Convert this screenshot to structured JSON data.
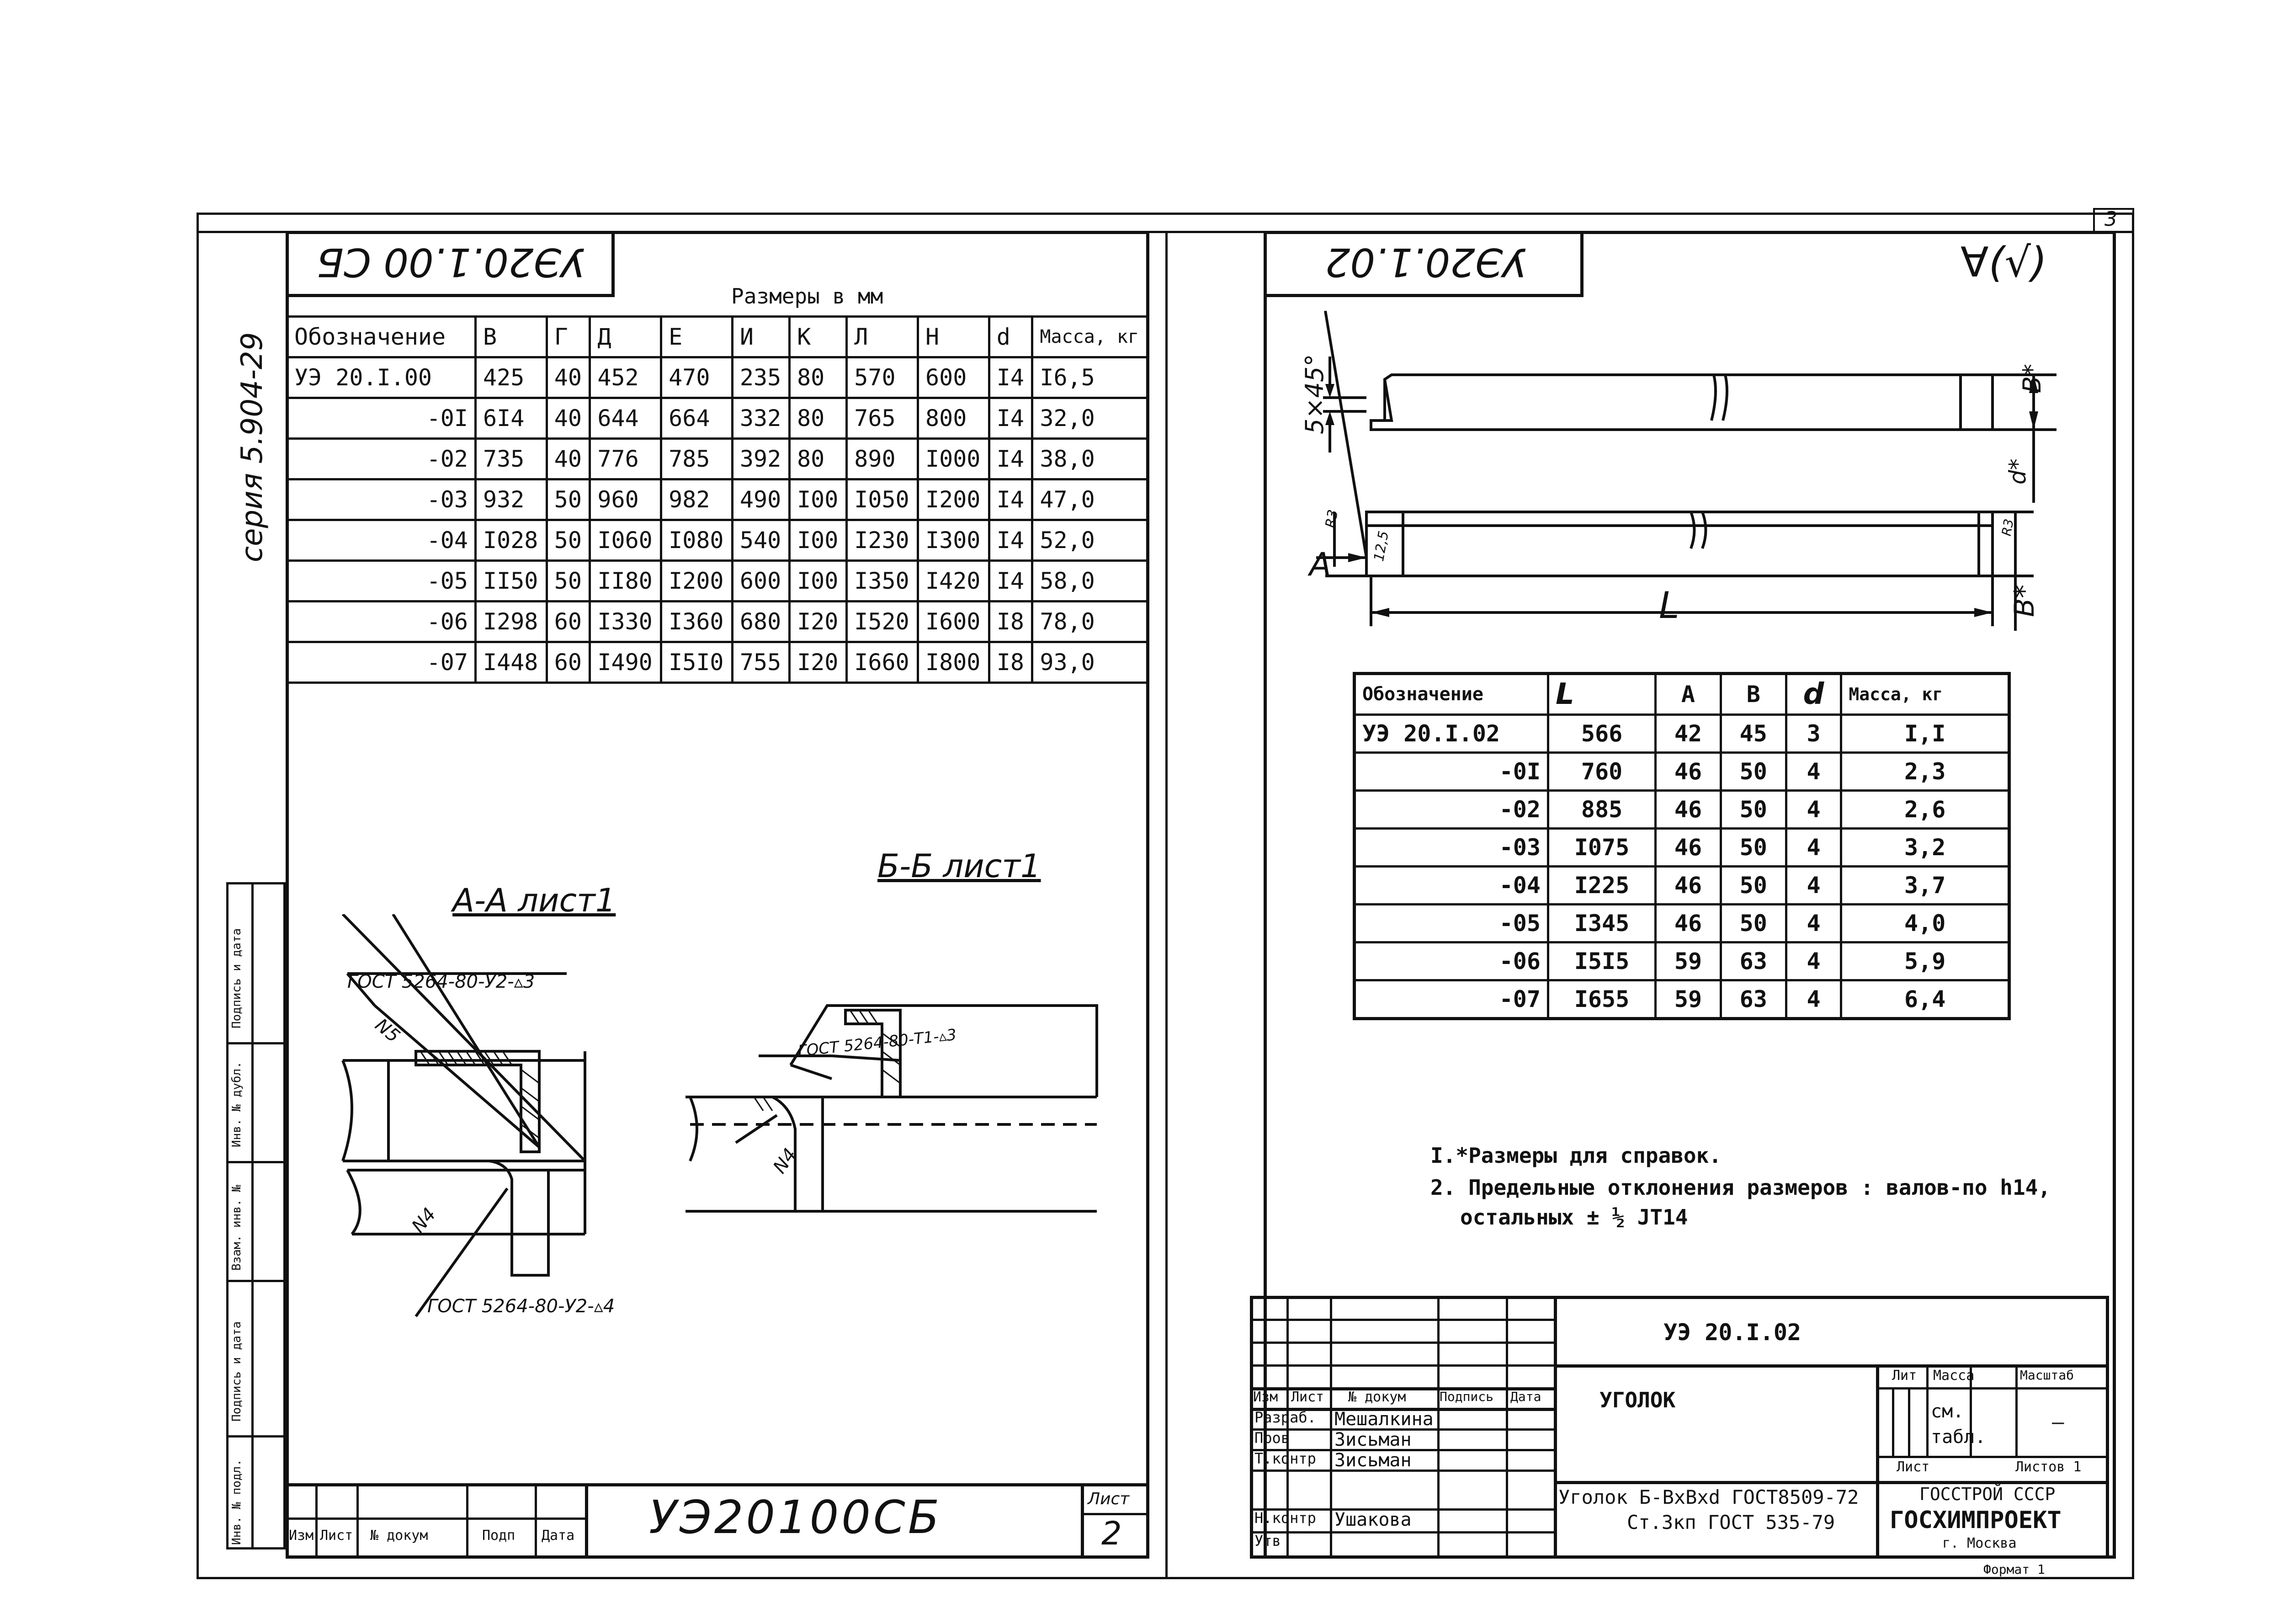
{
  "page_number_corner": "3",
  "left_sheet": {
    "stamp_code": "УЭ20.1.00 СБ",
    "series": "серия 5.904-29",
    "size_caption": "Размеры в мм",
    "table": {
      "headers": [
        "Обозначение",
        "В",
        "Г",
        "Д",
        "Е",
        "И",
        "К",
        "Л",
        "Н",
        "d",
        "Масса, кг"
      ],
      "rows": [
        [
          "УЭ 20.I.00",
          "425",
          "40",
          "452",
          "470",
          "235",
          "80",
          "570",
          "600",
          "I4",
          "I6,5"
        ],
        [
          "-0I",
          "6I4",
          "40",
          "644",
          "664",
          "332",
          "80",
          "765",
          "800",
          "I4",
          "32,0"
        ],
        [
          "-02",
          "735",
          "40",
          "776",
          "785",
          "392",
          "80",
          "890",
          "I000",
          "I4",
          "38,0"
        ],
        [
          "-03",
          "932",
          "50",
          "960",
          "982",
          "490",
          "I00",
          "I050",
          "I200",
          "I4",
          "47,0"
        ],
        [
          "-04",
          "I028",
          "50",
          "I060",
          "I080",
          "540",
          "I00",
          "I230",
          "I300",
          "I4",
          "52,0"
        ],
        [
          "-05",
          "II50",
          "50",
          "II80",
          "I200",
          "600",
          "I00",
          "I350",
          "I420",
          "I4",
          "58,0"
        ],
        [
          "-06",
          "I298",
          "60",
          "I330",
          "I360",
          "680",
          "I20",
          "I520",
          "I600",
          "I8",
          "78,0"
        ],
        [
          "-07",
          "I448",
          "60",
          "I490",
          "I5I0",
          "755",
          "I20",
          "I660",
          "I800",
          "I8",
          "93,0"
        ]
      ]
    },
    "section_aa": "А-А лист1",
    "section_bb": "Б-Б лист1",
    "weld_1": "ГОСТ 5264-80-У2-▵3",
    "weld_2": "ГОСТ 5264-80-Т1-▵3",
    "weld_3": "ГОСТ 5264-80-У2-▵4",
    "weld_n5": "N5",
    "weld_n4a": "N4",
    "weld_n4b": "N4",
    "side_labels": [
      "Подпись и дата",
      "Инв. № дубл.",
      "Взам. инв. №",
      "Подпись и дата",
      "Инв. № подл."
    ],
    "title_block": {
      "code": "УЭ20100СБ",
      "sheet_label": "Лист",
      "sheet_no": "2",
      "cols": [
        "Изм",
        "Лист",
        "№ докум",
        "Подп",
        "Дата"
      ]
    }
  },
  "right_sheet": {
    "stamp_code": "УЭ20.1.02",
    "roughness": "∀(√)",
    "dims": {
      "chamfer": "5×45°",
      "L": "L",
      "A": "A",
      "B1": "B*",
      "B2": "B*",
      "d": "d*",
      "r1": "R3",
      "r2": "12,5",
      "r3": "R3"
    },
    "table": {
      "headers": [
        "Обозначение",
        "L",
        "A",
        "B",
        "d",
        "Масса, кг"
      ],
      "rows": [
        [
          "УЭ 20.I.02",
          "566",
          "42",
          "45",
          "3",
          "I,I"
        ],
        [
          "-0I",
          "760",
          "46",
          "50",
          "4",
          "2,3"
        ],
        [
          "-02",
          "885",
          "46",
          "50",
          "4",
          "2,6"
        ],
        [
          "-03",
          "I075",
          "46",
          "50",
          "4",
          "3,2"
        ],
        [
          "-04",
          "I225",
          "46",
          "50",
          "4",
          "3,7"
        ],
        [
          "-05",
          "I345",
          "46",
          "50",
          "4",
          "4,0"
        ],
        [
          "-06",
          "I5I5",
          "59",
          "63",
          "4",
          "5,9"
        ],
        [
          "-07",
          "I655",
          "59",
          "63",
          "4",
          "6,4"
        ]
      ]
    },
    "notes": [
      "I.*Размеры для справок.",
      "2. Предельные отклонения размеров : валов-по h14,",
      "остальных ± ½ JT14"
    ],
    "title_block": {
      "doc_code": "УЭ 20.I.02",
      "name": "УГОЛОК",
      "material_1": "Уголок Б-ВхВхd ГОСТ8509-72",
      "material_2": "Ст.3кп ГОСТ 535-79",
      "lit": "Лит",
      "mass": "Масса",
      "scale": "Масштаб",
      "mass_val": "см. табл.",
      "scale_val": "—",
      "sheet": "Лист",
      "sheets": "Листов 1",
      "org_1": "ГОССТРОЙ СССР",
      "org_2": "ГОСХИМПРОЕКТ",
      "org_3": "г. Москва",
      "format": "Формат 1",
      "col_heads": [
        "Изм",
        "Лист",
        "№ докум",
        "Подпись",
        "Дата"
      ],
      "roles": [
        {
          "role": "Разраб.",
          "name": "Мешалкина"
        },
        {
          "role": "Пров",
          "name": "Зисьман"
        },
        {
          "role": "Т.контр",
          "name": "Зисьман"
        },
        {
          "role": "",
          "name": ""
        },
        {
          "role": "Н.контр",
          "name": "Ушакова"
        },
        {
          "role": "Утв",
          "name": ""
        }
      ]
    }
  }
}
